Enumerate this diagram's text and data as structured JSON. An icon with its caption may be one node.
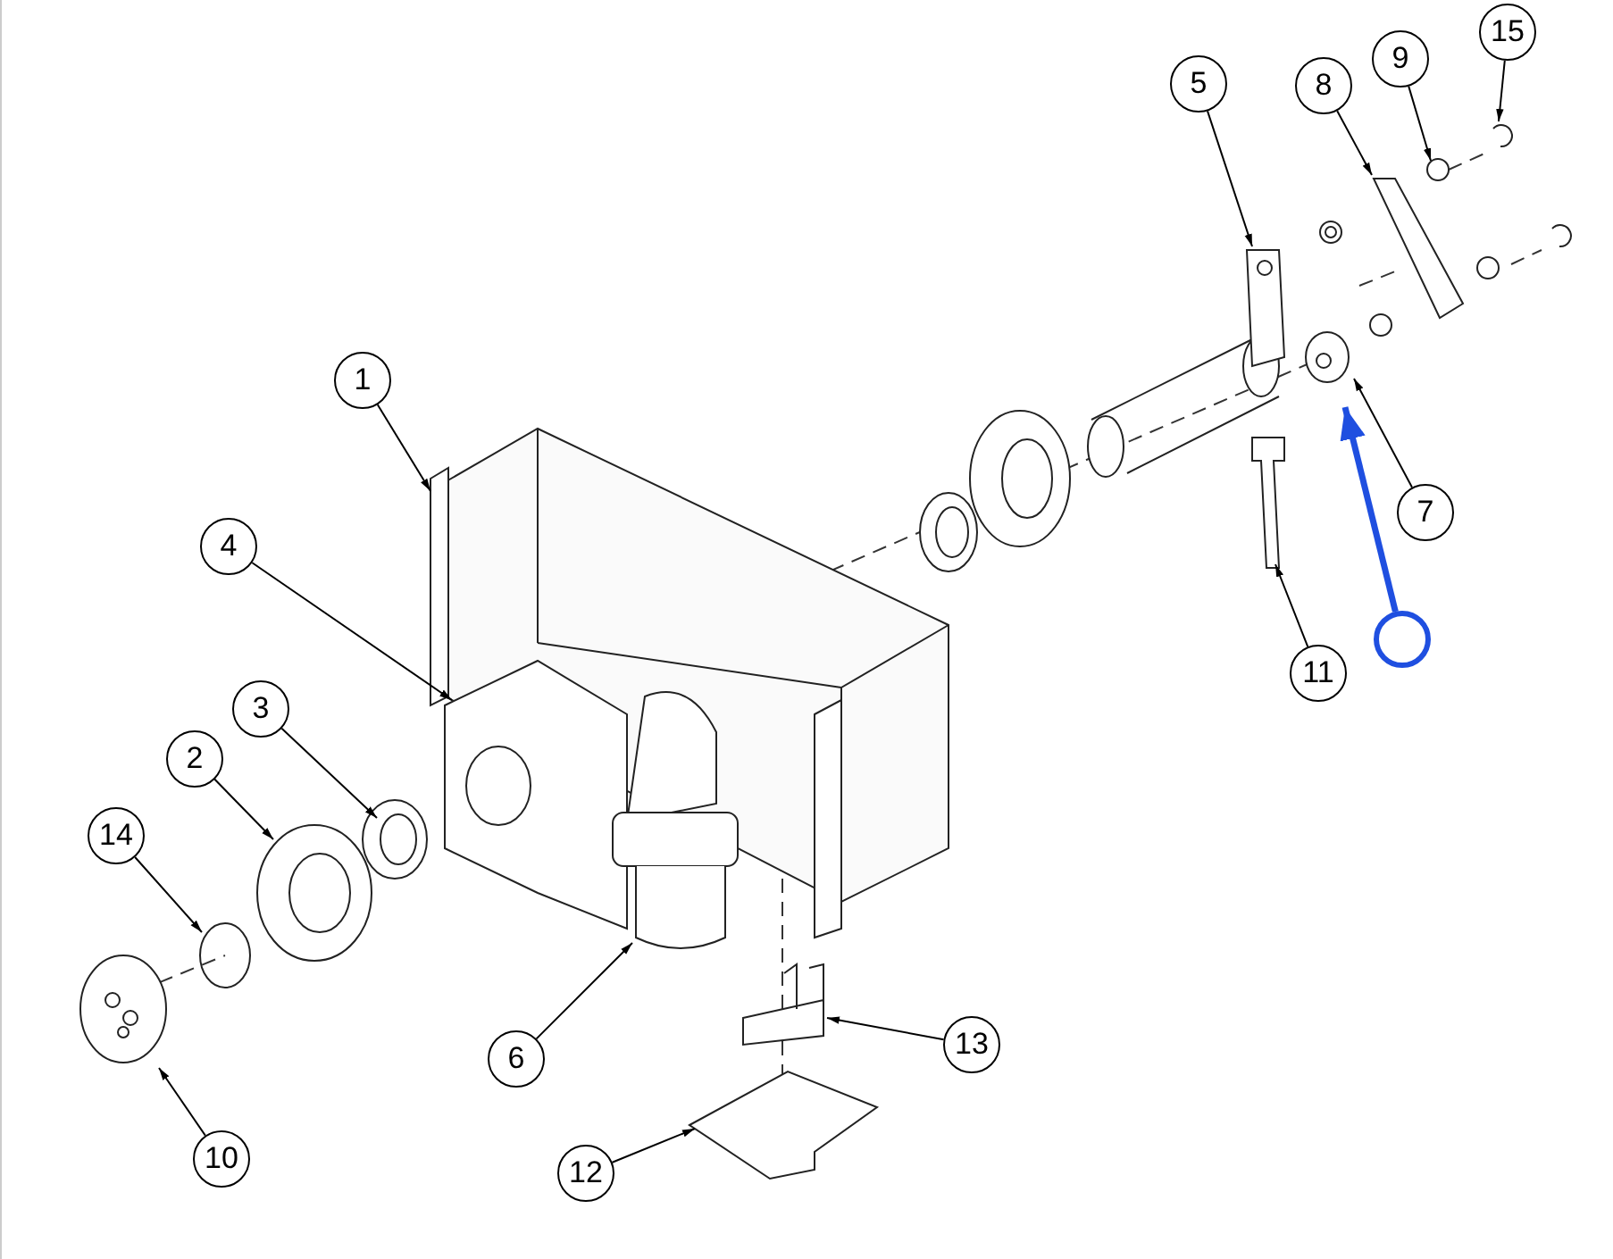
{
  "diagram": {
    "nodes": [
      {
        "text": [
          "15"
        ]
      },
      {
        "text": [
          "9"
        ]
      },
      {
        "text": [
          "5"
        ]
      },
      {
        "text": [
          "8"
        ]
      },
      {
        "text": [
          "1"
        ]
      },
      {
        "text": [
          "7"
        ]
      },
      {
        "text": [
          "4"
        ]
      },
      {
        "text": [],
        "shape": "circle"
      },
      {
        "text": [
          "11"
        ]
      },
      {
        "text": [
          "3"
        ]
      },
      {
        "text": [
          "2"
        ]
      },
      {
        "text": [
          "14"
        ]
      },
      {
        "text": [
          "13"
        ]
      },
      {
        "text": [
          "6"
        ]
      },
      {
        "text": [
          "10"
        ]
      },
      {
        "text": [
          "12"
        ]
      }
    ],
    "edges": [
      {
        "from": 0,
        "to": null,
        "arrow": "to"
      },
      {
        "from": 1,
        "to": null,
        "arrow": "to"
      },
      {
        "from": 2,
        "to": null,
        "arrow": "to"
      },
      {
        "from": 3,
        "to": null,
        "arrow": "to"
      },
      {
        "from": 4,
        "to": null,
        "arrow": "to"
      },
      {
        "from": 5,
        "to": null,
        "arrow": "to"
      },
      {
        "from": 6,
        "to": null,
        "arrow": "to"
      },
      {
        "from": 7,
        "to": null,
        "arrow": "to",
        "style": "thick",
        "color": "#1f4fe0"
      },
      {
        "from": 8,
        "to": null,
        "arrow": "to"
      },
      {
        "from": 9,
        "to": null,
        "arrow": "to"
      },
      {
        "from": 10,
        "to": null,
        "arrow": "to"
      },
      {
        "from": 11,
        "to": null,
        "arrow": "to"
      },
      {
        "from": 12,
        "to": null,
        "arrow": "to"
      },
      {
        "from": 13,
        "to": null,
        "arrow": "to"
      },
      {
        "from": 14,
        "to": null,
        "arrow": "to"
      },
      {
        "from": 15,
        "to": null,
        "arrow": "to"
      }
    ]
  }
}
